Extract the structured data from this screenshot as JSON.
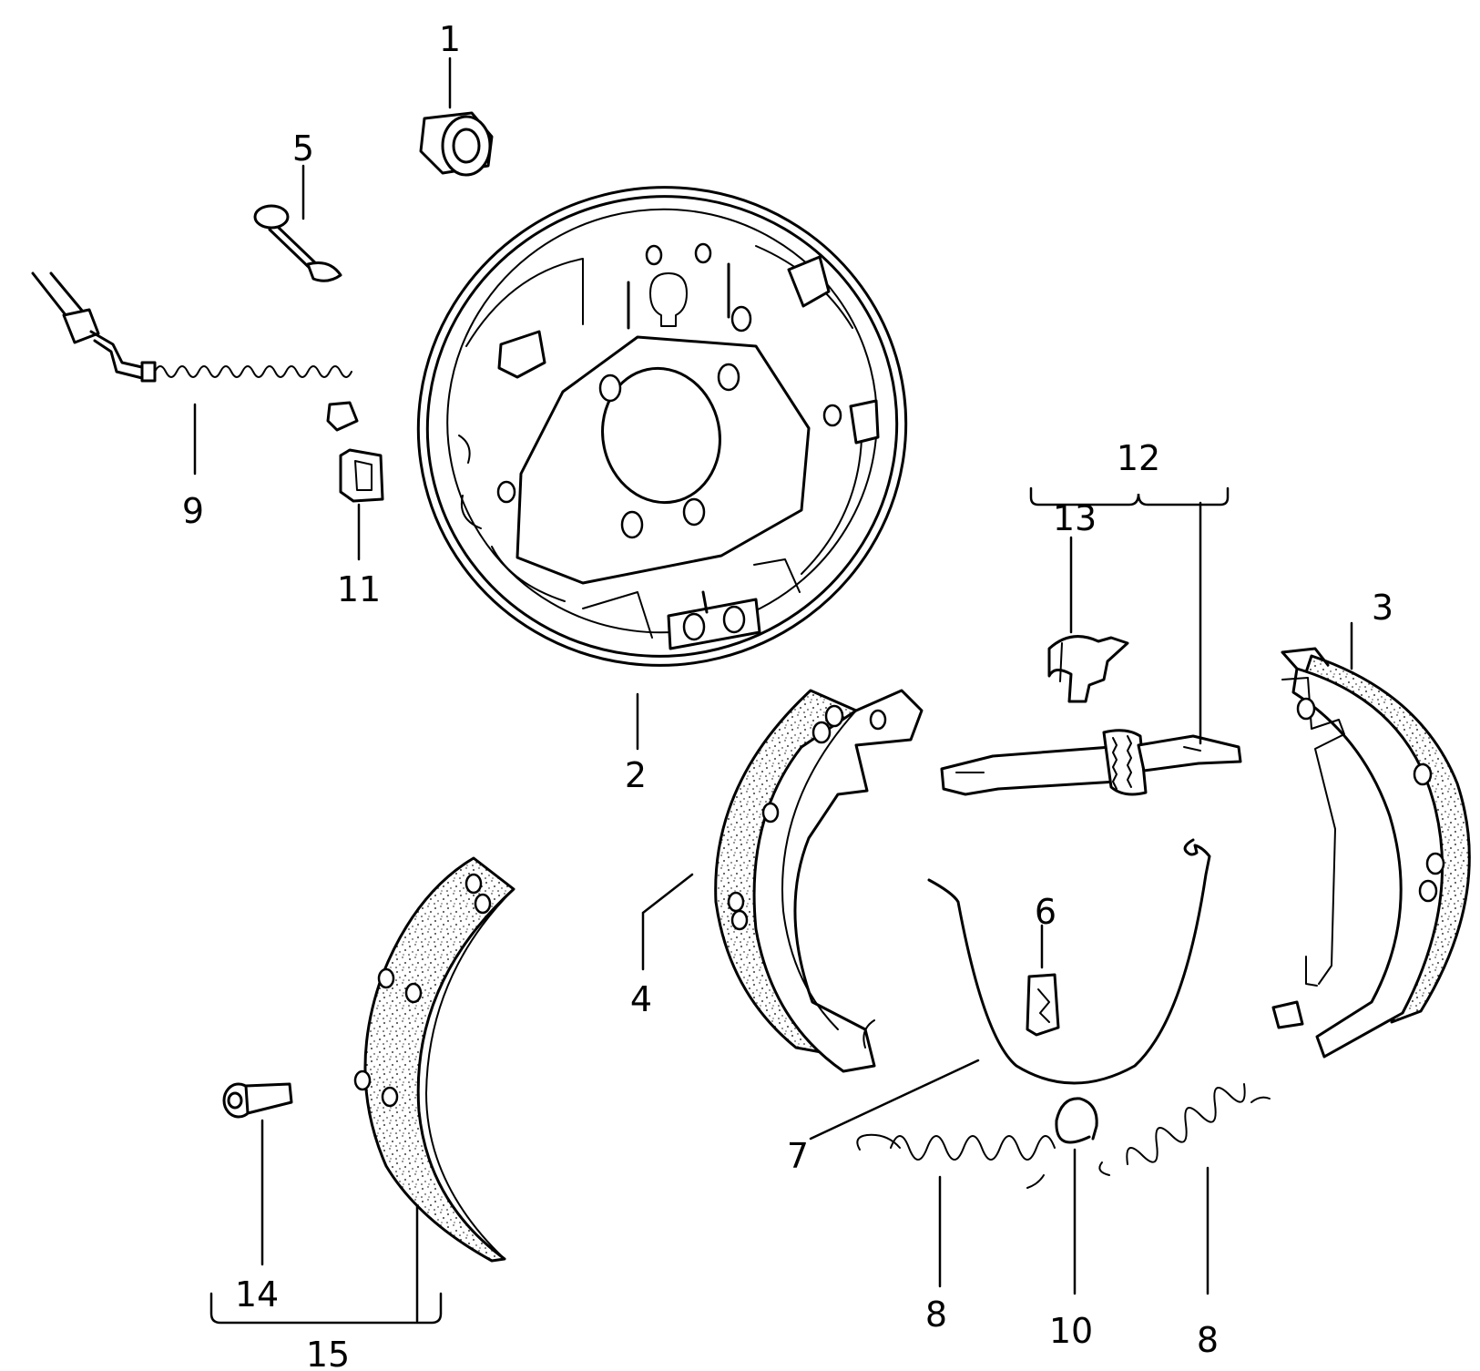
{
  "diagram": {
    "callouts": [
      {
        "id": "c1",
        "label": "1"
      },
      {
        "id": "c2",
        "label": "2"
      },
      {
        "id": "c3",
        "label": "3"
      },
      {
        "id": "c4",
        "label": "4"
      },
      {
        "id": "c5",
        "label": "5"
      },
      {
        "id": "c6",
        "label": "6"
      },
      {
        "id": "c7",
        "label": "7"
      },
      {
        "id": "c8a",
        "label": "8"
      },
      {
        "id": "c8b",
        "label": "8"
      },
      {
        "id": "c9",
        "label": "9"
      },
      {
        "id": "c10",
        "label": "10"
      },
      {
        "id": "c11",
        "label": "11"
      },
      {
        "id": "c12",
        "label": "12"
      },
      {
        "id": "c13",
        "label": "13"
      },
      {
        "id": "c14",
        "label": "14"
      },
      {
        "id": "c15",
        "label": "15"
      }
    ]
  }
}
